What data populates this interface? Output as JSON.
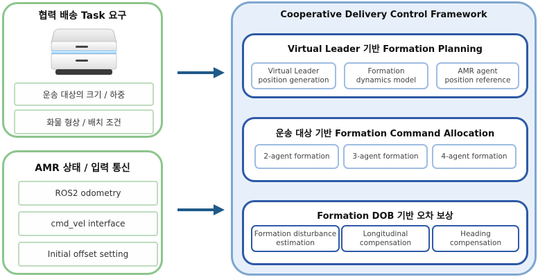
{
  "task_panel": {
    "title": "협력 배송 Task 요구",
    "items": [
      "운송 대상의 크기 / 하중",
      "화물 형상 / 배치 조건"
    ]
  },
  "amr_panel": {
    "title": "AMR 상태 / 입력 통신",
    "items": [
      "ROS2 odometry",
      "cmd_vel interface",
      "Initial offset setting"
    ]
  },
  "framework": {
    "title": "Cooperative Delivery Control Framework",
    "modules": [
      {
        "title": "Virtual Leader 기반 Formation Planning",
        "items": [
          [
            "Virtual Leader",
            "position generation"
          ],
          [
            "Formation",
            "dynamics model"
          ],
          [
            "AMR agent",
            "position reference"
          ]
        ]
      },
      {
        "title": "운송 대상 기반 Formation Command Allocation",
        "items": [
          [
            "2-agent formation"
          ],
          [
            "3-agent formation"
          ],
          [
            "4-agent formation"
          ]
        ]
      },
      {
        "title": "Formation DOB 기반 오차 보상",
        "items": [
          [
            "Formation disturbance",
            "estimation"
          ],
          [
            "Longitudinal",
            "compensation"
          ],
          [
            "Heading",
            "compensation"
          ]
        ]
      }
    ]
  },
  "colors": {
    "green_border": "#8cc58c",
    "framework_fill": "#e7f0fa",
    "module_border": "#2e5aa6",
    "arrow": "#1f5a8a"
  },
  "icons": [
    "amr-robot-icon",
    "arrow-right-icon"
  ]
}
